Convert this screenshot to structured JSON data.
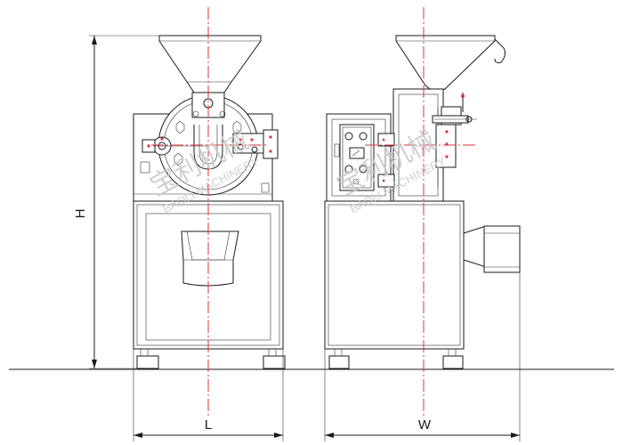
{
  "dimensions": {
    "height_label": "H",
    "length_label": "L",
    "width_label": "W"
  },
  "watermark": {
    "brand": "宝利机械",
    "text": "BAOLI MACHINERY"
  },
  "colors": {
    "outline": "#1a1a1a",
    "centerline": "#d9343d",
    "watermark": "#c8c8c8"
  }
}
